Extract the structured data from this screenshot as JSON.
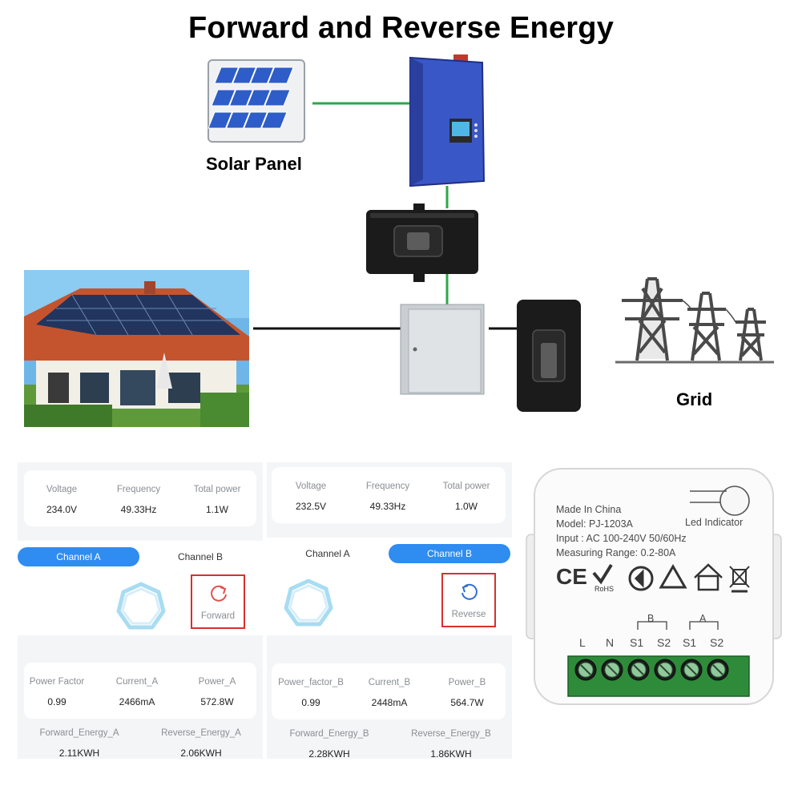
{
  "title": "Forward and Reverse Energy",
  "diagram": {
    "solar_panel_label": "Solar Panel",
    "grid_label": "Grid"
  },
  "panels": [
    {
      "voltage_label": "Voltage",
      "voltage": "234.0V",
      "frequency_label": "Frequency",
      "frequency": "49.33Hz",
      "total_power_label": "Total power",
      "total_power": "1.1W",
      "channel_a": "Channel A",
      "channel_b": "Channel B",
      "active": "a",
      "direction": "Forward",
      "pf_label": "Power Factor",
      "pf": "0.99",
      "current_label": "Current_A",
      "current": "2466mA",
      "power_label": "Power_A",
      "power": "572.8W",
      "fwd_label": "Forward_Energy_A",
      "fwd": "2.11KWH",
      "rev_label": "Reverse_Energy_A",
      "rev": "2.06KWH"
    },
    {
      "voltage_label": "Voltage",
      "voltage": "232.5V",
      "frequency_label": "Frequency",
      "frequency": "49.33Hz",
      "total_power_label": "Total power",
      "total_power": "1.0W",
      "channel_a": "Channel A",
      "channel_b": "Channel B",
      "active": "b",
      "direction": "Reverse",
      "pf_label": "Power_factor_B",
      "pf": "0.99",
      "current_label": "Current_B",
      "current": "2448mA",
      "power_label": "Power_B",
      "power": "564.7W",
      "fwd_label": "Forward_Energy_B",
      "fwd": "2.28KWH",
      "rev_label": "Reverse_Energy_B",
      "rev": "1.86KWH"
    }
  ],
  "device": {
    "line1": "Made In China",
    "line2": "Model: PJ-1203A",
    "line3": "Input : AC 100-240V 50/60Hz",
    "line4": "Measuring Range: 0.2-80A",
    "led": "Led Indicator",
    "ce": "CE",
    "rohs": "RoHS",
    "group_b": "B",
    "group_a": "A",
    "t_l": "L",
    "t_n": "N",
    "t_bs1": "S1",
    "t_bs2": "S2",
    "t_as1": "S1",
    "t_as2": "S2"
  },
  "colors": {
    "wire_green": "#2aa84a",
    "wire_black": "#111111",
    "inverter_blue": "#3a57c8",
    "channel_active": "#2f8cf0",
    "highlight_red": "#d9302c",
    "terminal_green": "#2e8b3a"
  }
}
